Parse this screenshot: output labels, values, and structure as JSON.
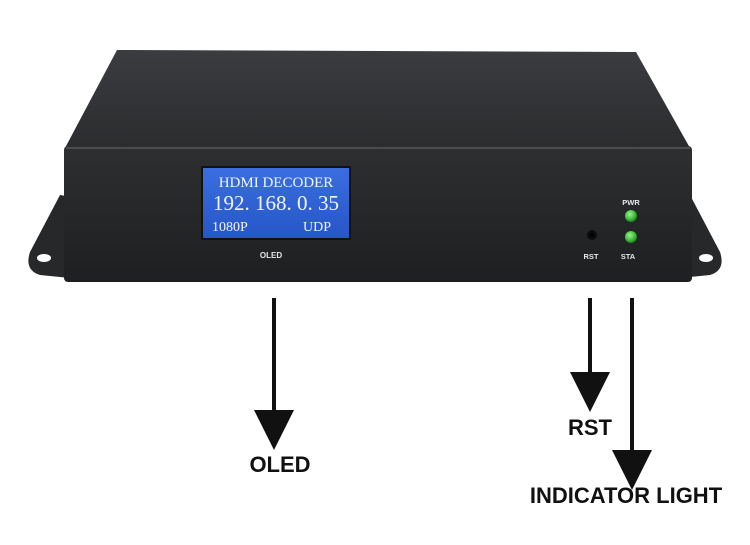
{
  "device": {
    "lcd": {
      "line1": "HDMI DECODER",
      "line2": "192. 168. 0. 35",
      "line3_left": "1080P",
      "line3_right": "UDP",
      "backlight_color": "#2f63d8"
    },
    "panel_labels": {
      "oled": "OLED",
      "pwr": "PWR",
      "sta": "STA",
      "rst": "RST"
    },
    "led_color": "#3fbf3a",
    "body_color": "#2a2c2e"
  },
  "callouts": {
    "oled": "OLED",
    "rst": "RST",
    "indicator": "INDICATOR LIGHT"
  }
}
